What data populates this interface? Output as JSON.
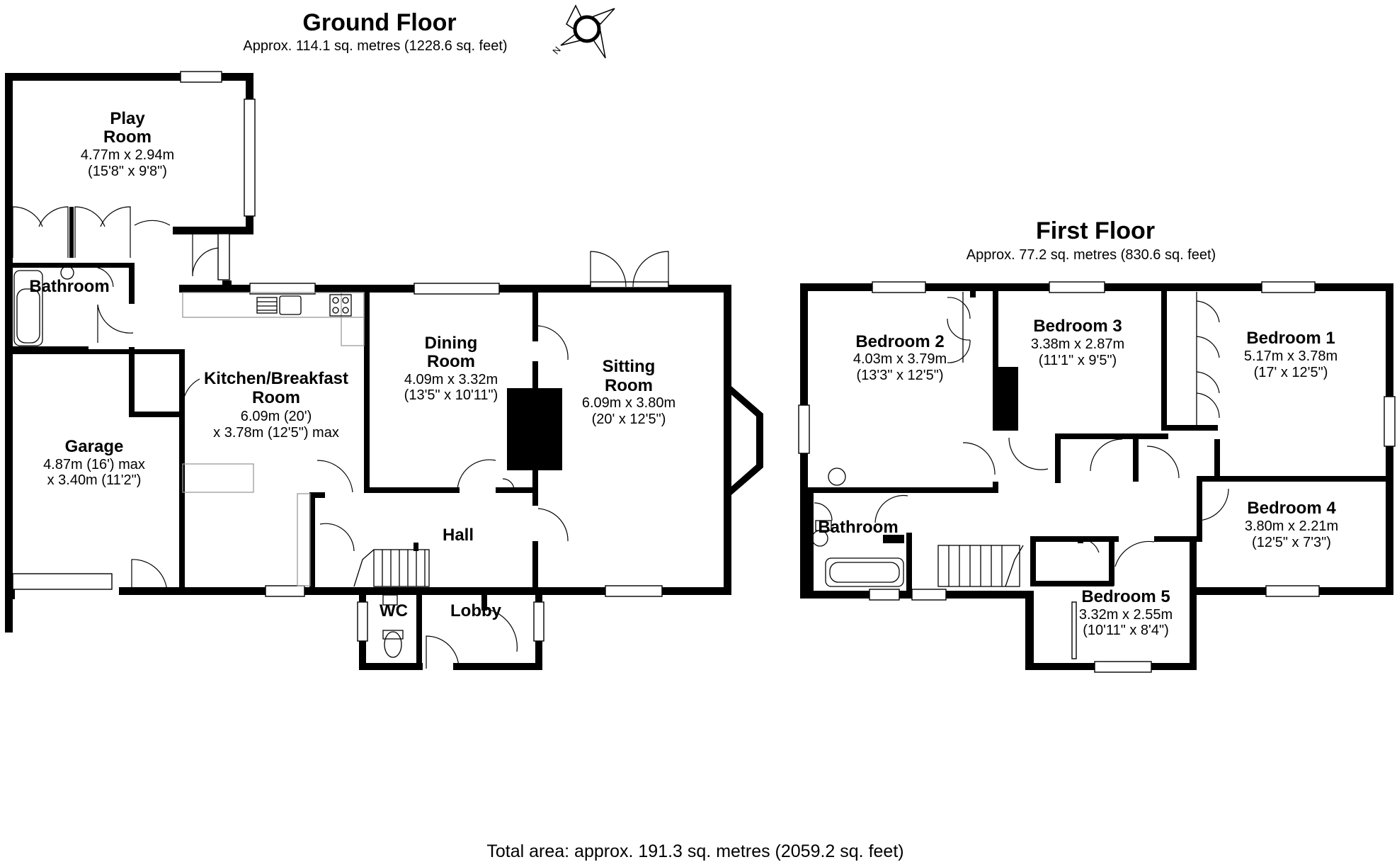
{
  "ground_floor": {
    "heading": "Ground Floor",
    "area": "Approx. 114.1 sq. metres (1228.6 sq. feet)",
    "rooms": {
      "play_room": {
        "name_lines": [
          "Play",
          "Room"
        ],
        "dim1": "4.77m x 2.94m",
        "dim2": "(15'8\" x 9'8\")"
      },
      "bathroom": {
        "name": "Bathroom"
      },
      "garage": {
        "name": "Garage",
        "dim1": "4.87m (16') max",
        "dim2": "x 3.40m (11'2\")"
      },
      "kitchen": {
        "name_lines": [
          "Kitchen/Breakfast",
          "Room"
        ],
        "dim1": "6.09m (20')",
        "dim2": "x 3.78m (12'5\") max"
      },
      "dining": {
        "name_lines": [
          "Dining",
          "Room"
        ],
        "dim1": "4.09m x 3.32m",
        "dim2": "(13'5\" x 10'11\")"
      },
      "sitting": {
        "name_lines": [
          "Sitting",
          "Room"
        ],
        "dim1": "6.09m x 3.80m",
        "dim2": "(20' x 12'5\")"
      },
      "hall": {
        "name": "Hall"
      },
      "wc": {
        "name": "WC"
      },
      "lobby": {
        "name": "Lobby"
      }
    }
  },
  "compass": {
    "north_label": "N",
    "icon": "compass-icon"
  },
  "first_floor": {
    "heading": "First Floor",
    "area": "Approx. 77.2 sq. metres (830.6 sq. feet)",
    "rooms": {
      "bedroom2": {
        "name": "Bedroom 2",
        "dim1": "4.03m x 3.79m",
        "dim2": "(13'3\" x 12'5\")"
      },
      "bedroom3": {
        "name": "Bedroom 3",
        "dim1": "3.38m x 2.87m",
        "dim2": "(11'1\" x 9'5\")"
      },
      "bedroom1": {
        "name": "Bedroom 1",
        "dim1": "5.17m x 3.78m",
        "dim2": "(17' x 12'5\")"
      },
      "bedroom4": {
        "name": "Bedroom 4",
        "dim1": "3.80m x 2.21m",
        "dim2": "(12'5\" x 7'3\")"
      },
      "bathroom": {
        "name": "Bathroom"
      },
      "bedroom5": {
        "name": "Bedroom 5",
        "dim1": "3.32m x 2.55m",
        "dim2": "(10'11\" x 8'4\")"
      }
    }
  },
  "total_area": "Total area: approx. 191.3 sq. metres (2059.2 sq. feet)"
}
